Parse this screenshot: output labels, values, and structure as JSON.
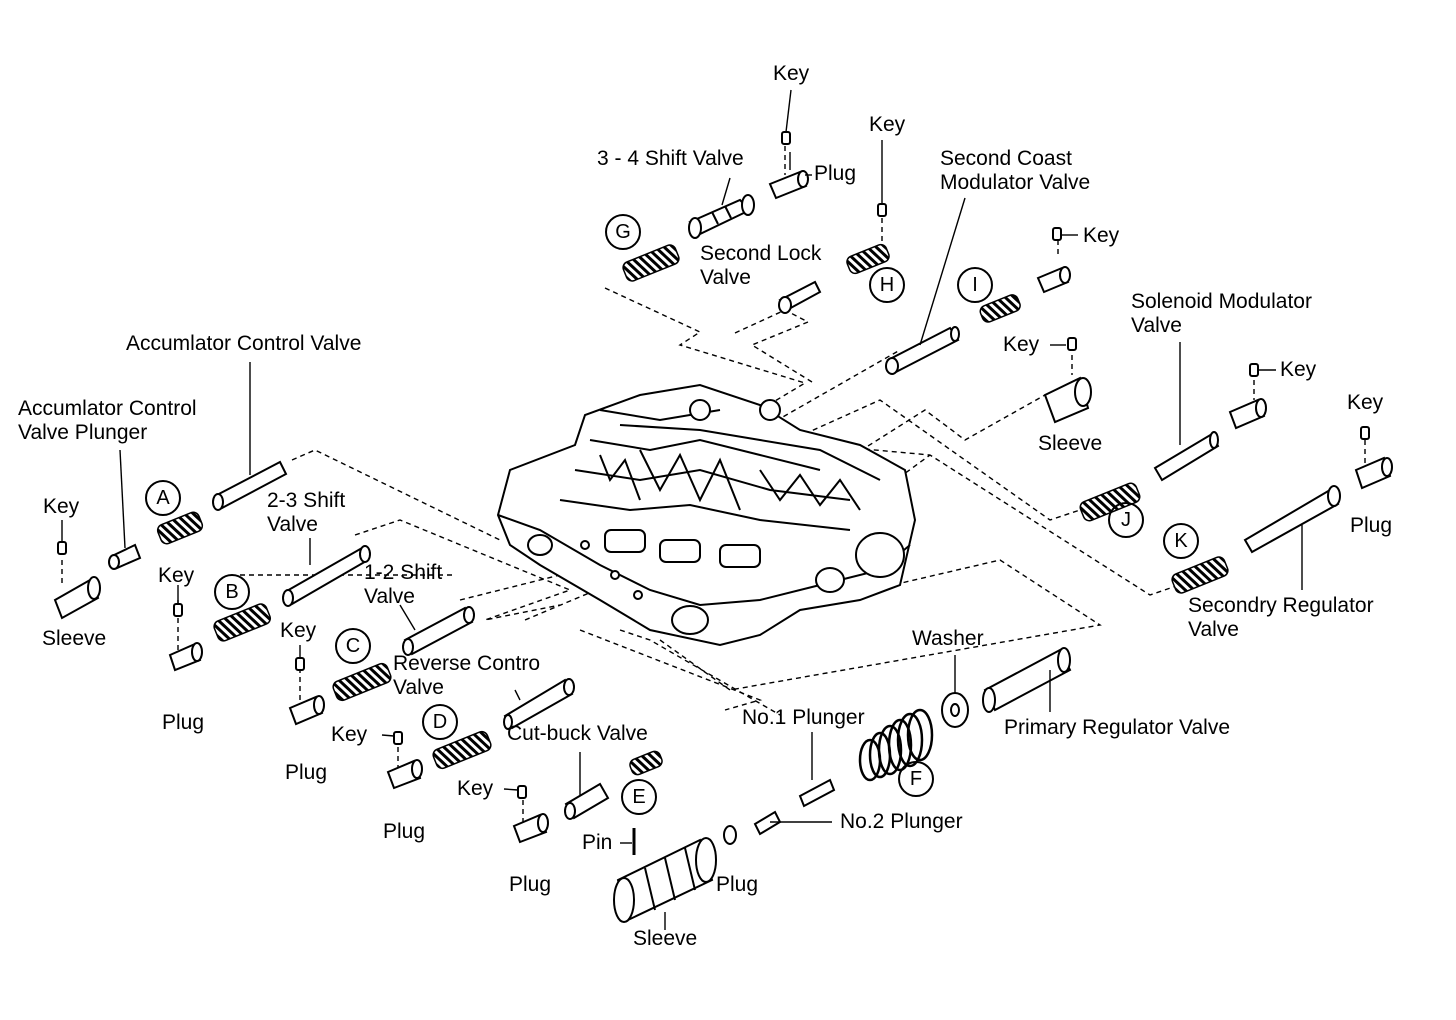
{
  "labels": {
    "key_1": "Key",
    "three_four_shift_valve": "3 - 4 Shift Valve",
    "plug_1": "Plug",
    "key_2": "Key",
    "second_coast_modulator_valve": "Second Coast\nModulator Valve",
    "key_3": "Key",
    "second_lock_valve": "Second Lock\nValve",
    "accumlator_control_valve": "Accumlator Control Valve",
    "key_4": "Key",
    "solenoid_modulator_valve": "Solenoid Modulator\nValve",
    "key_5": "Key",
    "accumlator_control_valve_plunger": "Accumlator Control\nValve Plunger",
    "sleeve_1": "Sleeve",
    "key_6": "Key",
    "two_three_shift_valve": "2-3 Shift\nValve",
    "key_7": "Key",
    "sleeve_2": "Sleeve",
    "key_8": "Key",
    "plug_2": "Plug",
    "one_two_shift_valve": "1-2 Shift\nValve",
    "key_9": "Key",
    "secondry_regulator_valve": "Secondry Regulator\nValve",
    "reverse_control_valve": "Reverse Contro\nValve",
    "plug_3": "Plug",
    "washer": "Washer",
    "plug_4": "Plug",
    "no1_plunger": "No.1 Plunger",
    "primary_regulator_valve": "Primary Regulator Valve",
    "key_10": "Key",
    "cut_back_valve": "Cut-buck Valve",
    "plug_5": "Plug",
    "key_11": "Key",
    "no2_plunger": "No.2 Plunger",
    "pin": "Pin",
    "plug_6": "Plug",
    "plug_7": "Plug",
    "sleeve_3": "Sleeve"
  },
  "springs": {
    "A": "A",
    "B": "B",
    "C": "C",
    "D": "D",
    "E": "E",
    "F": "F",
    "G": "G",
    "H": "H",
    "I": "I",
    "J": "J",
    "K": "K"
  },
  "colors": {
    "ink": "#000000",
    "paper": "#ffffff"
  }
}
